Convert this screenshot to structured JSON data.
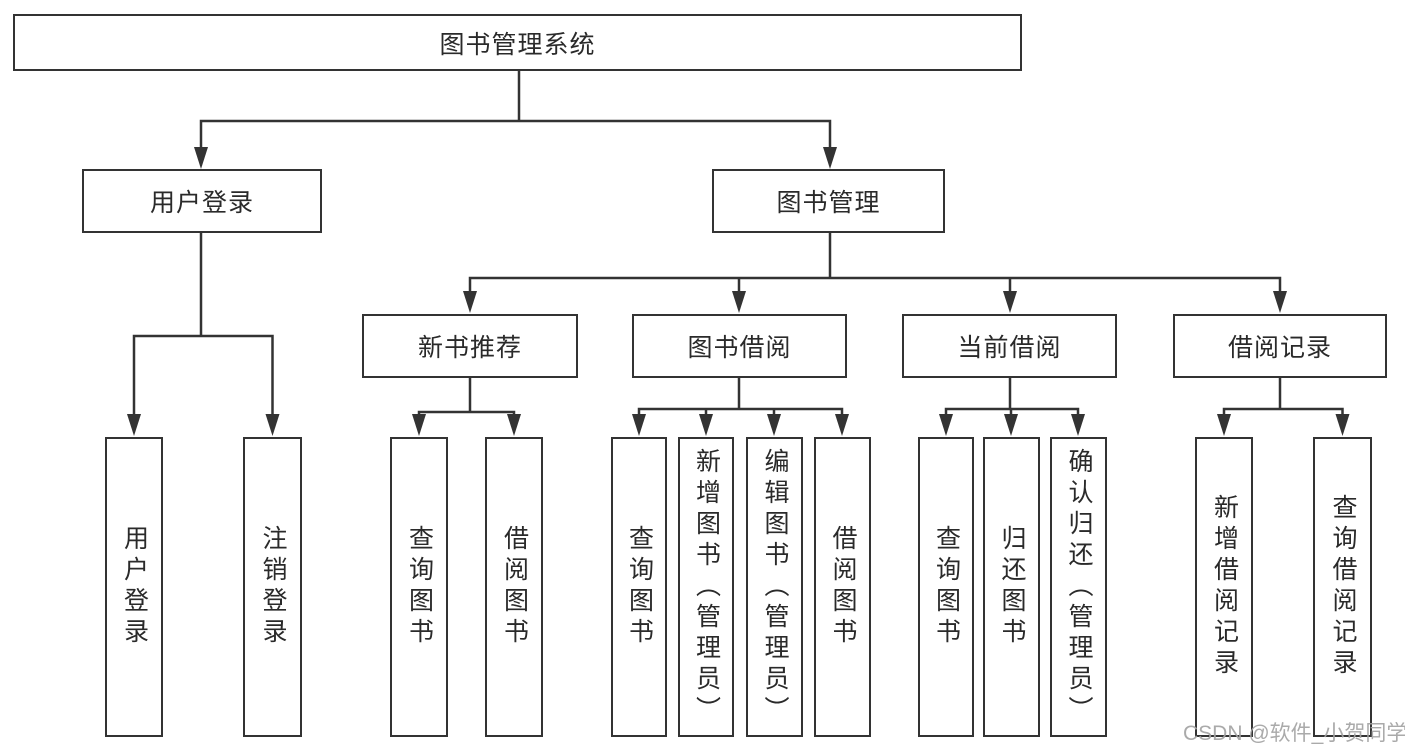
{
  "diagram": {
    "title": "图书管理系统",
    "root": {
      "label": "图书管理系统"
    },
    "level1": [
      {
        "label": "用户登录"
      },
      {
        "label": "图书管理"
      }
    ],
    "level2": [
      {
        "parent": "图书管理",
        "label": "新书推荐"
      },
      {
        "parent": "图书管理",
        "label": "图书借阅"
      },
      {
        "parent": "图书管理",
        "label": "当前借阅"
      },
      {
        "parent": "图书管理",
        "label": "借阅记录"
      }
    ],
    "leaves": [
      {
        "parent": "用户登录",
        "label": "用户登录"
      },
      {
        "parent": "用户登录",
        "label": "注销登录"
      },
      {
        "parent": "新书推荐",
        "label": "查询图书"
      },
      {
        "parent": "新书推荐",
        "label": "借阅图书"
      },
      {
        "parent": "图书借阅",
        "label": "查询图书"
      },
      {
        "parent": "图书借阅",
        "label": "新增图书（管理员）"
      },
      {
        "parent": "图书借阅",
        "label": "编辑图书（管理员）"
      },
      {
        "parent": "图书借阅",
        "label": "借阅图书"
      },
      {
        "parent": "当前借阅",
        "label": "查询图书"
      },
      {
        "parent": "当前借阅",
        "label": "归还图书"
      },
      {
        "parent": "当前借阅",
        "label": "确认归还（管理员）"
      },
      {
        "parent": "借阅记录",
        "label": "新增借阅记录"
      },
      {
        "parent": "借阅记录",
        "label": "查询借阅记录"
      }
    ]
  },
  "watermark": {
    "text": "CSDN @软件_小贺同学"
  },
  "colors": {
    "line": "#333333",
    "text": "#2a2a2a",
    "background": "#ffffff",
    "watermark": "#a3a3a3"
  }
}
